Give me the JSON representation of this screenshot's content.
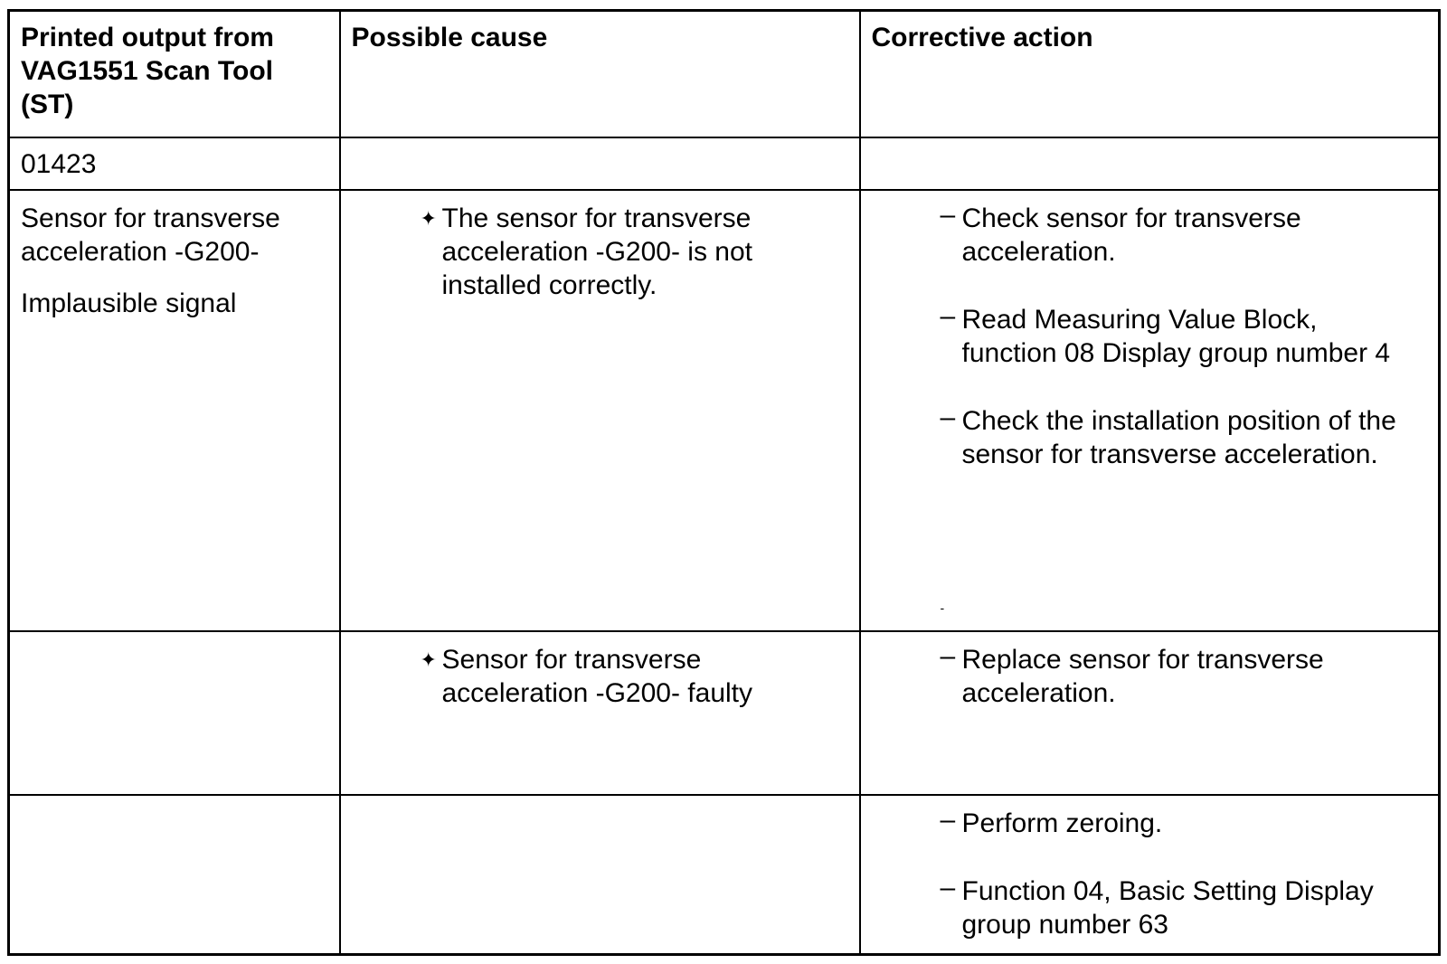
{
  "table": {
    "headers": {
      "printed_output": "Printed output from VAG1551 Scan Tool (ST)",
      "possible_cause": "Possible cause",
      "corrective_action": "Corrective action"
    },
    "fault_code": "01423",
    "component": "Sensor for transverse acceleration -G200-",
    "symptom": "Implausible signal",
    "rows": [
      {
        "cause": "The sensor for transverse acceleration -G200- is not installed correctly.",
        "actions": [
          "Check sensor for transverse acceleration.",
          "Read Measuring Value Block, function 08 Display group number 4",
          "Check the installation position of the sensor for transverse acceleration."
        ]
      },
      {
        "cause": "Sensor for transverse acceleration -G200- faulty",
        "actions": [
          "Replace sensor for transverse acceleration."
        ]
      },
      {
        "cause": "",
        "actions": [
          "Perform zeroing.",
          "Function 04, Basic Setting Display group number 63"
        ]
      }
    ],
    "bullet_symbol": "✦",
    "dash_symbol": "–"
  }
}
